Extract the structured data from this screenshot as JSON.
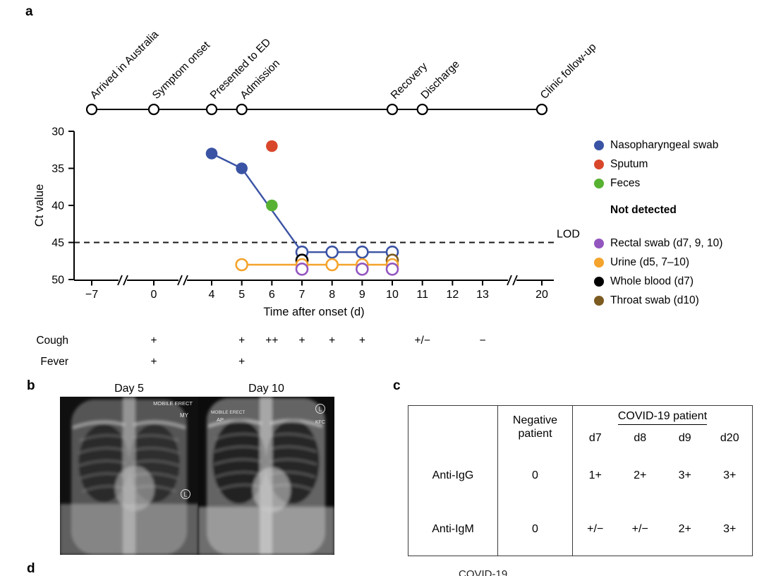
{
  "panels": {
    "a": {
      "label": "a"
    },
    "b": {
      "label": "b",
      "xrays": [
        {
          "title": "Day 5",
          "labels": {
            "top": "MOBILE ERECT",
            "side": "MY",
            "marker": "L"
          }
        },
        {
          "title": "Day 10",
          "labels": {
            "top": "MOBILE ERECT",
            "view": "AP",
            "side": "KFC",
            "marker": "L"
          }
        }
      ]
    },
    "c": {
      "label": "c",
      "table": {
        "negative_header": [
          "Negative",
          "patient"
        ],
        "covid_header": "COVID-19 patient",
        "day_headers": [
          "d7",
          "d8",
          "d9",
          "d20"
        ],
        "rows": [
          {
            "label": "Anti-IgG",
            "negative": "0",
            "values": [
              "1+",
              "2+",
              "3+",
              "3+"
            ]
          },
          {
            "label": "Anti-IgM",
            "negative": "0",
            "values": [
              "+/−",
              "+/−",
              "2+",
              "3+"
            ]
          }
        ]
      }
    },
    "d": {
      "label": "d",
      "partial_caption": "COVID-19"
    }
  },
  "chart_data": {
    "type": "scatter",
    "xlabel": "Time after onset (d)",
    "ylabel": "Ct value",
    "ylim": [
      30,
      50
    ],
    "y_inverted": true,
    "grid": false,
    "y_ticks": [
      30,
      35,
      40,
      45,
      50
    ],
    "x_tick_days": [
      -7,
      0,
      4,
      5,
      6,
      7,
      8,
      9,
      10,
      11,
      12,
      13,
      20
    ],
    "x_tick_labels": [
      "−7",
      "0",
      "4",
      "5",
      "6",
      "7",
      "8",
      "9",
      "10",
      "11",
      "12",
      "13",
      "20"
    ],
    "axis_breaks": [
      [
        -7,
        0
      ],
      [
        0,
        4
      ],
      [
        13,
        20
      ]
    ],
    "lod": {
      "value": 45,
      "label": "LOD"
    },
    "timeline_events": [
      {
        "label": "Arrived in Australia",
        "day": -7
      },
      {
        "label": "Symptom onset",
        "day": 0
      },
      {
        "label": "Presented to ED",
        "day": 4
      },
      {
        "label": "Admission",
        "day": 5
      },
      {
        "label": "Recovery",
        "day": 10
      },
      {
        "label": "Discharge",
        "day": 11
      },
      {
        "label": "Clinic follow-up",
        "day": 20
      }
    ],
    "series": [
      {
        "name": "Nasopharyngeal swab",
        "color": "#3a53a4",
        "line": true,
        "points": [
          {
            "d": 4,
            "ct": 33,
            "filled": true
          },
          {
            "d": 5,
            "ct": 35,
            "filled": true
          },
          {
            "d": 7,
            "ct": 46.3,
            "filled": false
          },
          {
            "d": 8,
            "ct": 46.3,
            "filled": false
          },
          {
            "d": 9,
            "ct": 46.3,
            "filled": false
          },
          {
            "d": 10,
            "ct": 46.3,
            "filled": false
          }
        ]
      },
      {
        "name": "Sputum",
        "color": "#d9472b",
        "points": [
          {
            "d": 6,
            "ct": 32,
            "filled": true
          }
        ]
      },
      {
        "name": "Feces",
        "color": "#57b231",
        "points": [
          {
            "d": 6,
            "ct": 40,
            "filled": true
          }
        ]
      },
      {
        "name": "Rectal swab (d7, 9, 10)",
        "color": "#9356bf",
        "points": [
          {
            "d": 7,
            "ct": 48.6,
            "filled": false
          },
          {
            "d": 9,
            "ct": 48.6,
            "filled": false
          },
          {
            "d": 10,
            "ct": 48.6,
            "filled": false
          }
        ]
      },
      {
        "name": "Urine (d5, 7–10)",
        "color": "#f4a32c",
        "line": true,
        "points": [
          {
            "d": 5,
            "ct": 48,
            "filled": false
          },
          {
            "d": 7,
            "ct": 48,
            "filled": false
          },
          {
            "d": 8,
            "ct": 48,
            "filled": false
          },
          {
            "d": 9,
            "ct": 48,
            "filled": false
          },
          {
            "d": 10,
            "ct": 48,
            "filled": false
          }
        ]
      },
      {
        "name": "Whole blood (d7)",
        "color": "#000000",
        "points": [
          {
            "d": 7,
            "ct": 47.4,
            "filled": false
          }
        ]
      },
      {
        "name": "Throat swab (d10)",
        "color": "#7c5b21",
        "points": [
          {
            "d": 10,
            "ct": 47.4,
            "filled": false
          }
        ]
      }
    ],
    "legend": {
      "items": [
        {
          "label": "Nasopharyngeal swab",
          "color": "#3a53a4"
        },
        {
          "label": "Sputum",
          "color": "#d9472b"
        },
        {
          "label": "Feces",
          "color": "#57b231"
        }
      ],
      "not_detected_header": "Not detected",
      "not_detected_items": [
        {
          "label": "Rectal swab (d7, 9, 10)",
          "color": "#9356bf"
        },
        {
          "label": "Urine (d5, 7–10)",
          "color": "#f4a32c"
        },
        {
          "label": "Whole blood (d7)",
          "color": "#000000"
        },
        {
          "label": "Throat swab (d10)",
          "color": "#7c5b21"
        }
      ]
    },
    "symptom_rows": [
      {
        "label": "Cough",
        "marks": [
          [
            0,
            "+"
          ],
          [
            5,
            "+"
          ],
          [
            6,
            "++"
          ],
          [
            7,
            "+"
          ],
          [
            8,
            "+"
          ],
          [
            9,
            "+"
          ],
          [
            11,
            "+/−"
          ],
          [
            13,
            "−"
          ]
        ]
      },
      {
        "label": "Fever",
        "marks": [
          [
            0,
            "+"
          ],
          [
            5,
            "+"
          ]
        ]
      }
    ]
  }
}
